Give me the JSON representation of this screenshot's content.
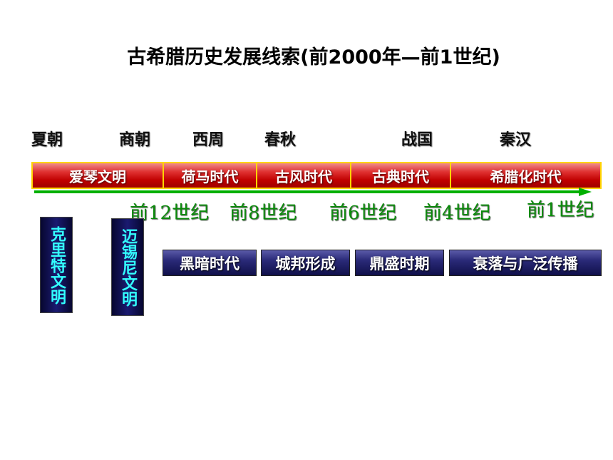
{
  "title": "古希腊历史发展线索(前2000年—前1世纪)",
  "dynasties": [
    "夏朝",
    "商朝",
    "西周",
    "春秋",
    "战国",
    "秦汉"
  ],
  "periods": [
    "爱琴文明",
    "荷马时代",
    "古风时代",
    "古典时代",
    "希腊化时代"
  ],
  "centuries": [
    "前12世纪",
    "前8世纪",
    "前6世纪",
    "前4世纪",
    "前1世纪"
  ],
  "civilizations": [
    "克里特文明",
    "迈锡尼文明"
  ],
  "phases": [
    "黑暗时代",
    "城邦形成",
    "鼎盛时期",
    "衰落与广泛传播"
  ],
  "colors": {
    "bar_red": "#c00000",
    "bar_border": "#ffd400",
    "arrow_green": "#00b000",
    "century_green": "#0a8a0a",
    "navy": "#1a1a70",
    "cyan_text": "#33ffff"
  }
}
